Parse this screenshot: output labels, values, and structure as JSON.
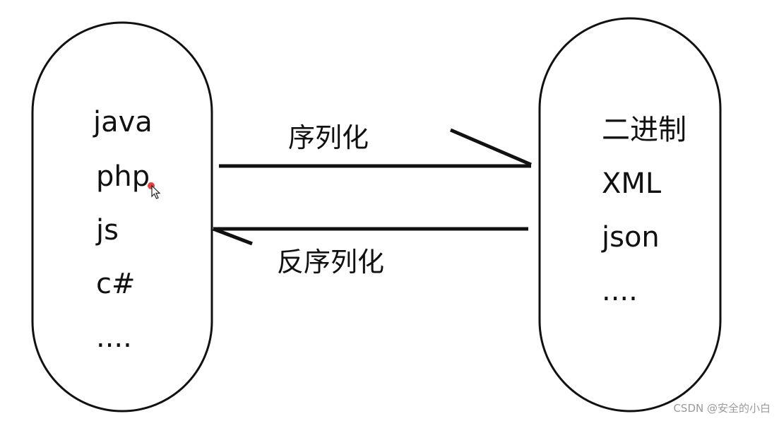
{
  "left_group": {
    "items": [
      "java",
      "php",
      "js",
      "c#",
      "...."
    ]
  },
  "right_group": {
    "items": [
      "二进制",
      "XML",
      "json",
      "...."
    ]
  },
  "arrows": {
    "forward_label": "序列化",
    "backward_label": "反序列化"
  },
  "watermark": "CSDN @安全的小白",
  "colors": {
    "stroke": "#111111",
    "cursor_dot": "#e02020"
  },
  "icons": [
    "mouse-pointer-icon"
  ]
}
